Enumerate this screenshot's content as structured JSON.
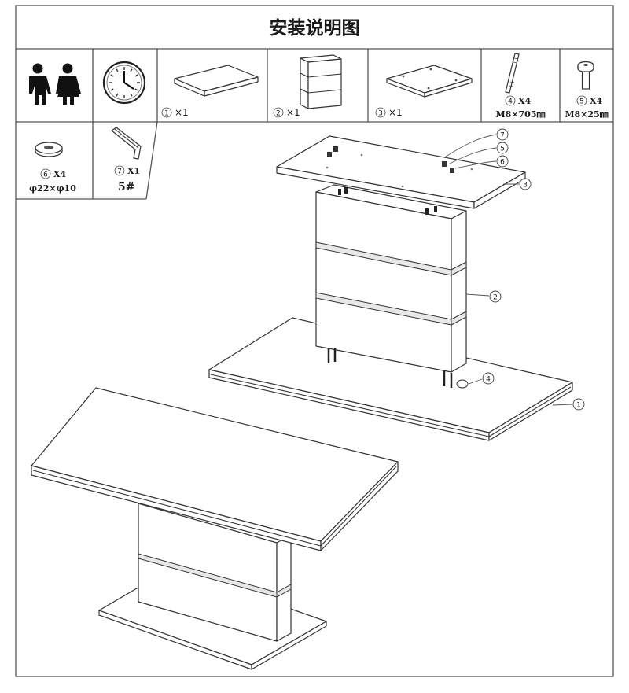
{
  "title": "安装说明图",
  "parts": [
    {
      "id": "people",
      "icon": "two-people-icon"
    },
    {
      "id": "clock",
      "icon": "clock-icon"
    },
    {
      "id": "p1",
      "num": "1",
      "qty": "×1",
      "icon": "tabletop-panel-icon"
    },
    {
      "id": "p2",
      "num": "2",
      "qty": "×1",
      "icon": "pedestal-column-icon"
    },
    {
      "id": "p3",
      "num": "3",
      "qty": "×1",
      "icon": "mounting-plate-icon"
    },
    {
      "id": "p4",
      "num": "4",
      "qty": "X4",
      "spec": "M8×705㎜",
      "icon": "threaded-rod-icon"
    },
    {
      "id": "p5",
      "num": "5",
      "qty": "X4",
      "spec": "M8×25㎜",
      "icon": "bolt-icon"
    },
    {
      "id": "p6",
      "num": "6",
      "qty": "X4",
      "spec": "φ22×φ10",
      "icon": "washer-icon"
    },
    {
      "id": "p7",
      "num": "7",
      "qty": "X1",
      "spec": "5#",
      "icon": "hex-key-icon"
    }
  ],
  "callouts": [
    "7",
    "5",
    "6",
    "3",
    "2",
    "4",
    "1"
  ]
}
